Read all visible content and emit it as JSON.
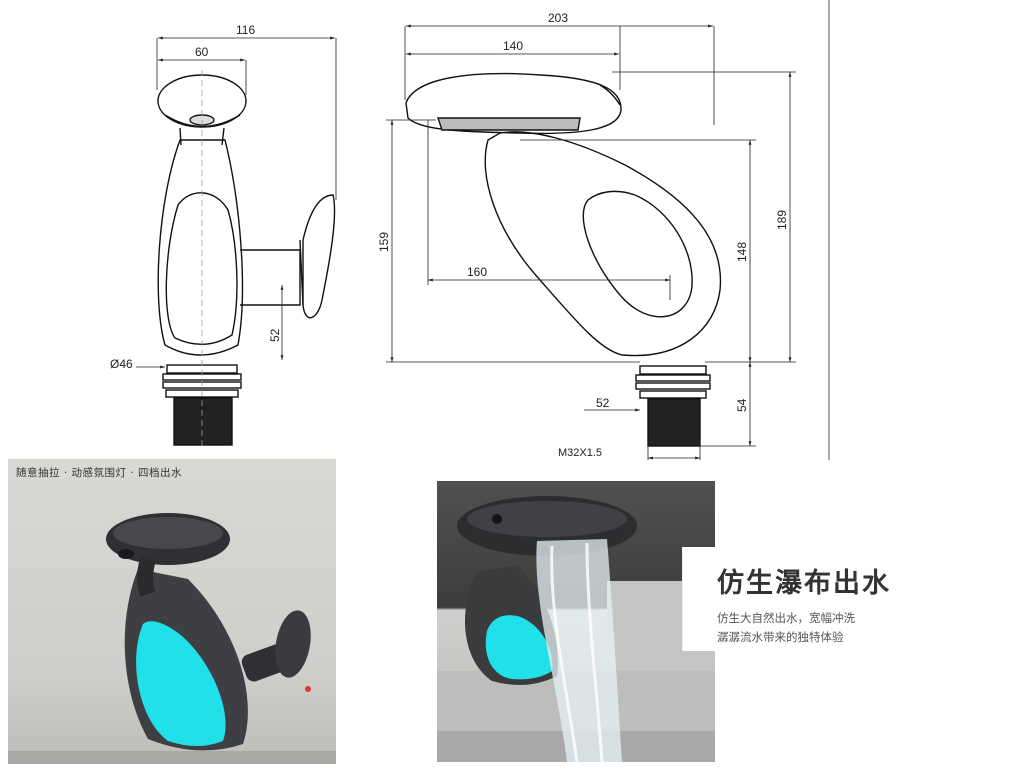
{
  "drawing": {
    "front_view": {
      "overall_width": "116",
      "handle_width": "60",
      "handle_offset": "52",
      "base_diameter": "Ø46"
    },
    "side_view": {
      "overall_length": "203",
      "spout_length": "140",
      "outlet_height": "159",
      "body_reach": "160",
      "body_height": "148",
      "overall_height": "189",
      "thread_offset": "52",
      "thread_length": "54",
      "thread_spec": "M32X1.5"
    }
  },
  "left_photo": {
    "caption": "随意抽拉 · 动感氛围灯 · 四档出水",
    "glow_color": "#22e0ea"
  },
  "middle_photo": {
    "glow_color": "#22e0ea"
  },
  "feature_card": {
    "title": "仿生瀑布出水",
    "line1": "仿生大自然出水，宽幅冲洗",
    "line2": "潺潺流水带来的独特体验"
  }
}
